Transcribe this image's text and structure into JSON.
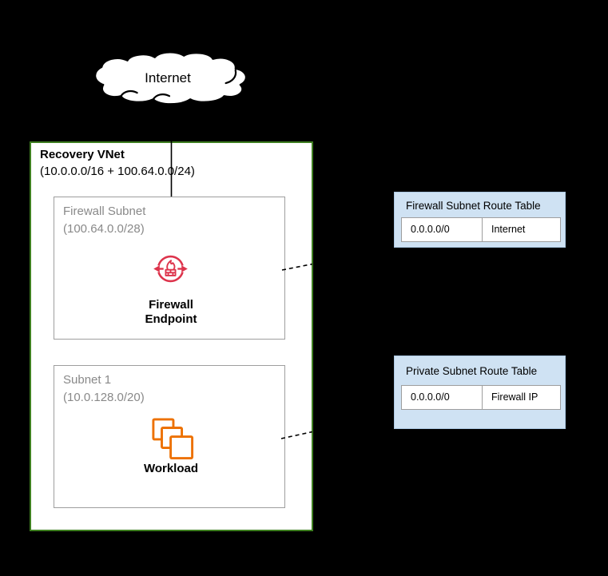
{
  "diagram": {
    "background_color": "#000000",
    "connector_color": "#000000"
  },
  "internet_cloud": {
    "label": "Internet"
  },
  "vnet": {
    "title": "Recovery VNet",
    "cidr": "(10.0.0.0/16 + 100.64.0.0/24)",
    "border_color": "#3e7e20",
    "subnets": [
      {
        "name": "Firewall Subnet",
        "cidr": "(100.64.0.0/28)",
        "resource_label": "Firewall Endpoint",
        "icon": "firewall-endpoint-icon",
        "icon_color": "#DD344C"
      },
      {
        "name": "Subnet 1",
        "cidr": "(10.0.128.0/20)",
        "resource_label": "Workload",
        "icon": "workload-icon",
        "icon_color": "#ED7100"
      }
    ]
  },
  "route_tables": [
    {
      "title": "Firewall Subnet Route Table",
      "background_color": "#cfe2f3",
      "routes": [
        {
          "destination": "0.0.0.0/0",
          "next_hop": "Internet"
        }
      ]
    },
    {
      "title": "Private Subnet Route Table",
      "background_color": "#cfe2f3",
      "routes": [
        {
          "destination": "0.0.0.0/0",
          "next_hop": "Firewall IP"
        }
      ]
    }
  ]
}
